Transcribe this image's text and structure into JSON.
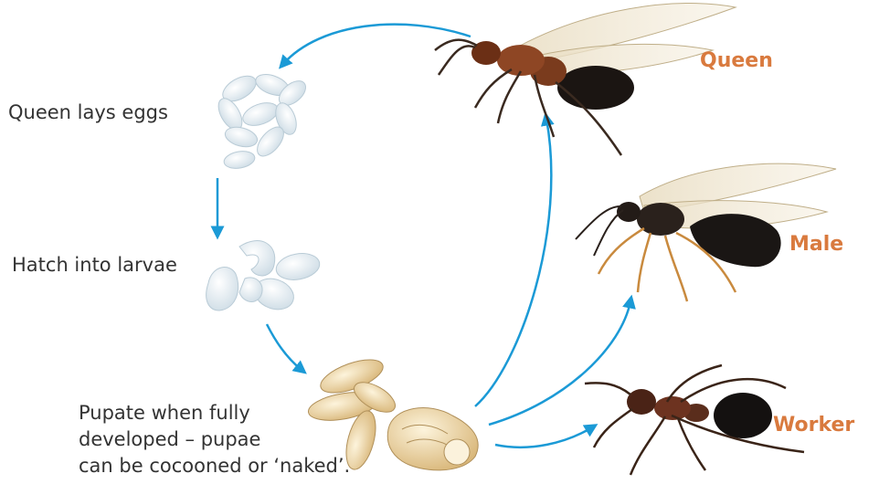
{
  "labels": {
    "eggs": "Queen lays eggs",
    "larvae": "Hatch into larvae",
    "pupae_line1": "Pupate when fully",
    "pupae_line2": "developed – pupae",
    "pupae_line3": "can be cocooned or ‘naked’."
  },
  "castes": {
    "queen": "Queen",
    "male": "Male",
    "worker": "Worker"
  },
  "colors": {
    "arrow": "#1b9ad6",
    "caste_label": "#d97a3e",
    "text": "#333333"
  }
}
